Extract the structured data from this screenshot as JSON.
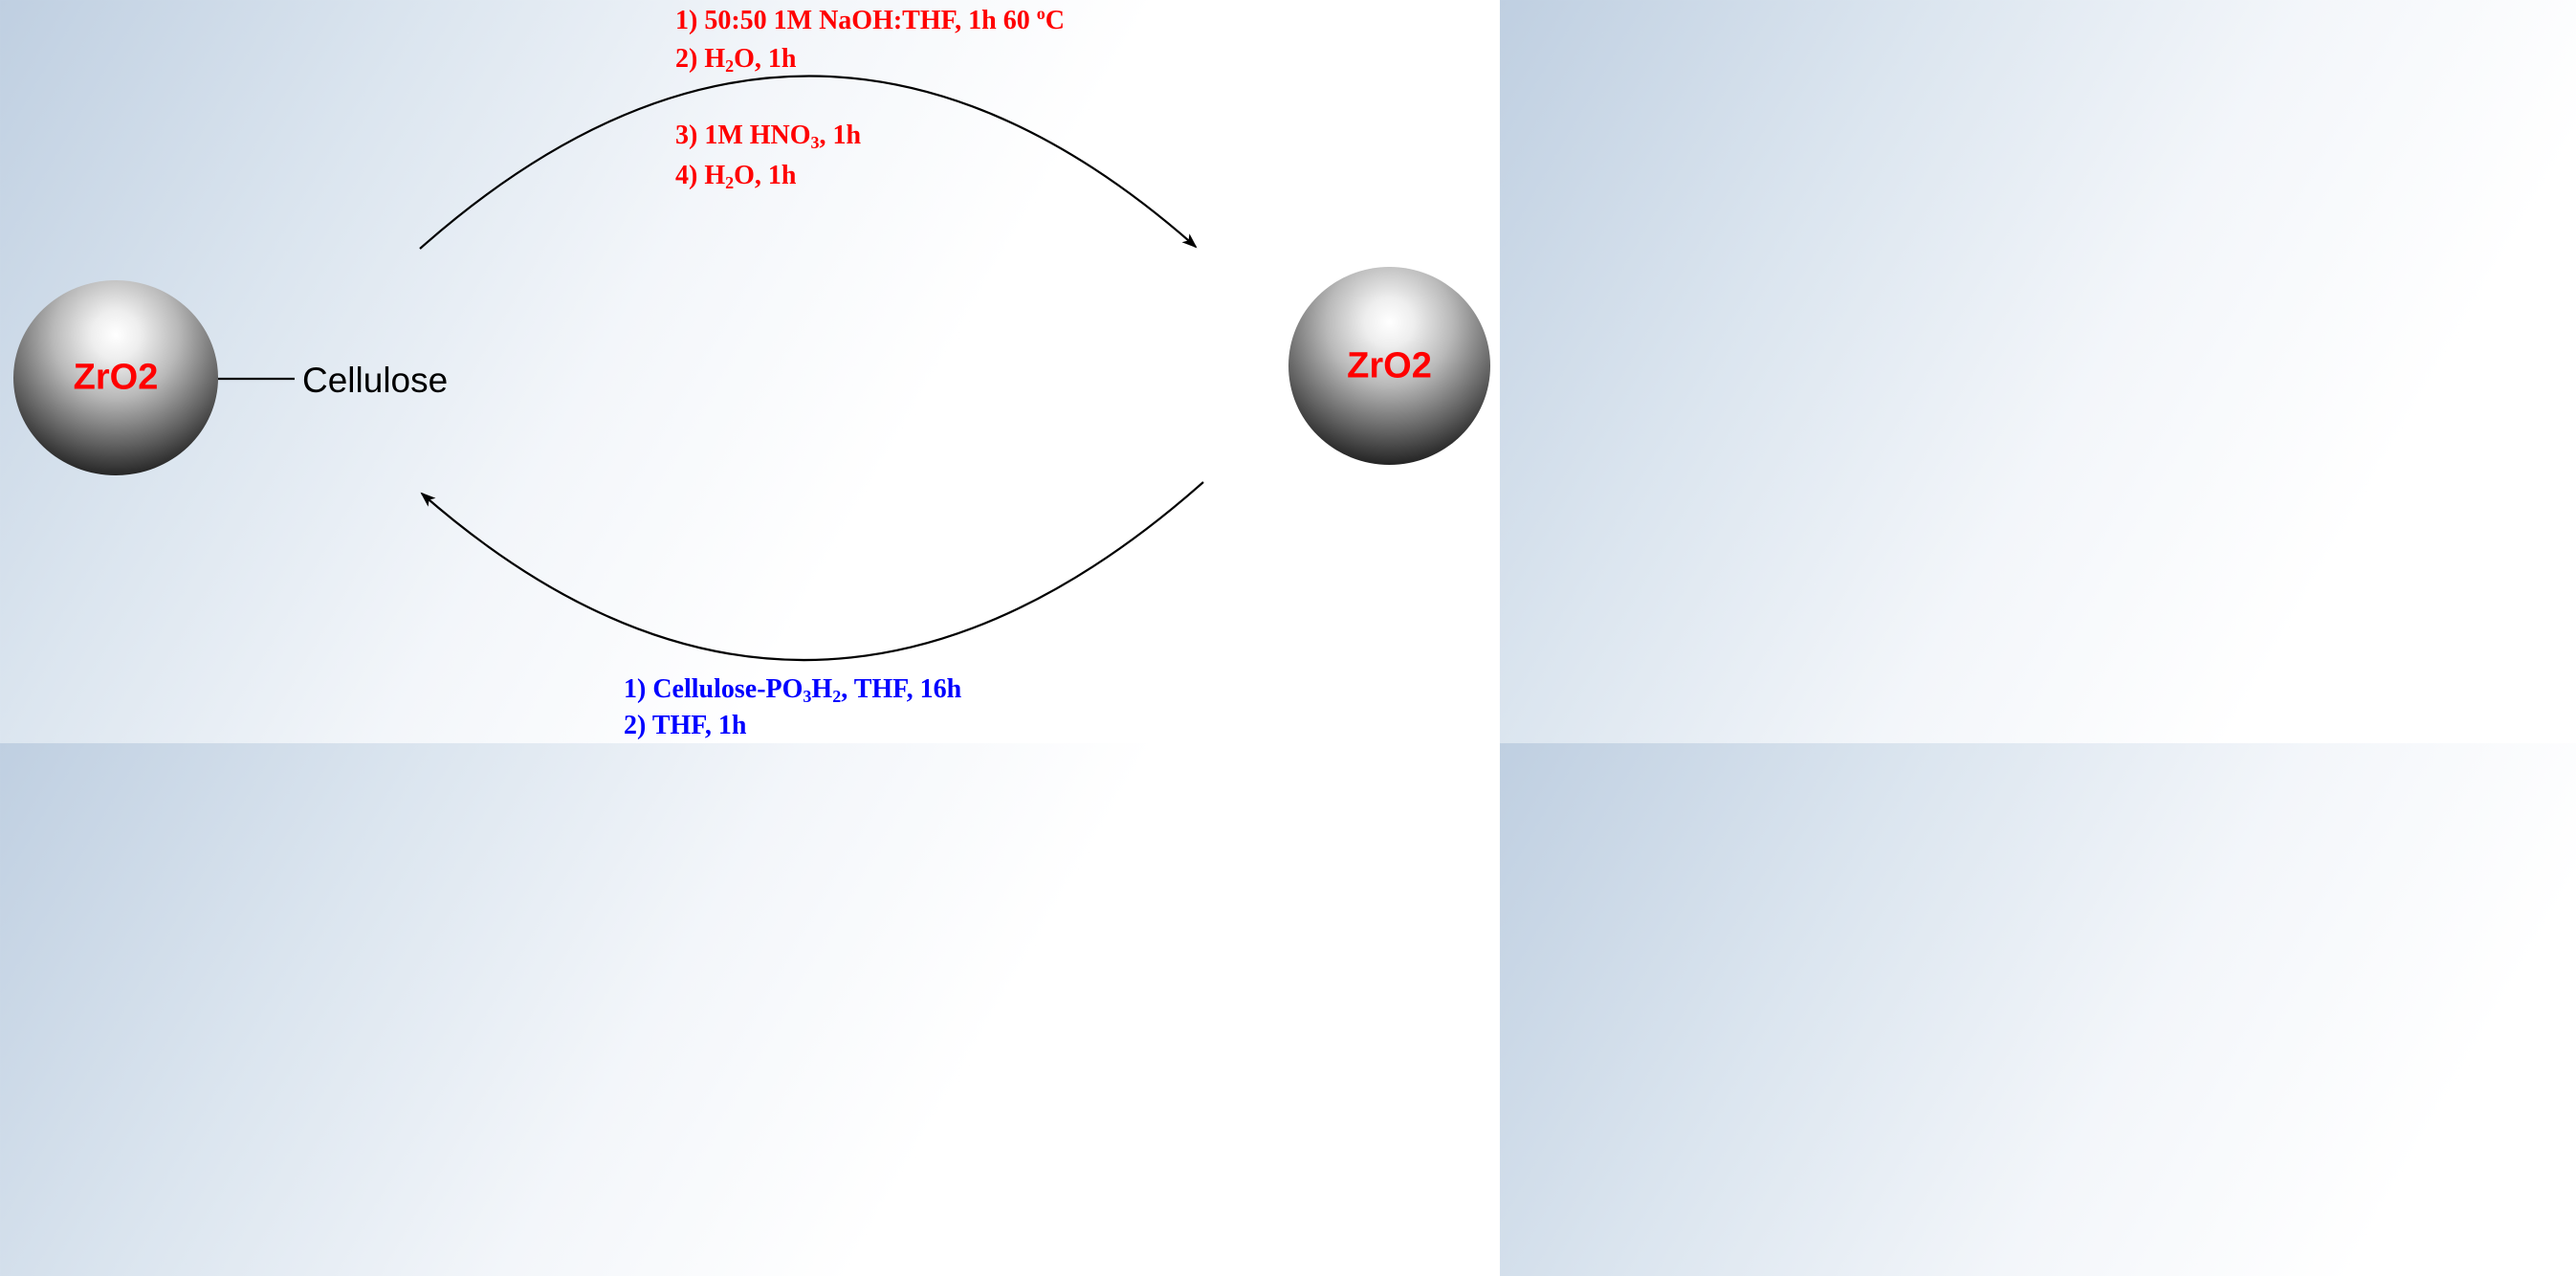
{
  "left_particle": {
    "core_label": "ZrO2",
    "ligand_label": "Cellulose"
  },
  "right_particle": {
    "core_label": "ZrO2"
  },
  "top_conditions": [
    {
      "num": "1)",
      "text_a": "50:50 1M NaOH:THF, 1h 60 ",
      "sup": "o",
      "text_b": "C"
    },
    {
      "num": "2)",
      "text_a": "H",
      "sub": "2",
      "text_b": "O, 1h"
    },
    {
      "num": "3)",
      "text_a": "1M HNO",
      "sub": "3",
      "text_b": ", 1h"
    },
    {
      "num": "4)",
      "text_a": "H",
      "sub": "2",
      "text_b": "O, 1h"
    }
  ],
  "bottom_conditions": [
    {
      "num": "1)",
      "text_a": "Cellulose-PO",
      "sub1": "3",
      "text_b": "H",
      "sub2": "2",
      "text_c": ", THF, 16h"
    },
    {
      "num": "2)",
      "text_a": "THF, 1h"
    }
  ],
  "colors": {
    "label_red": "#ff0000",
    "bottom_blue": "#0000ff",
    "line_black": "#000000"
  }
}
